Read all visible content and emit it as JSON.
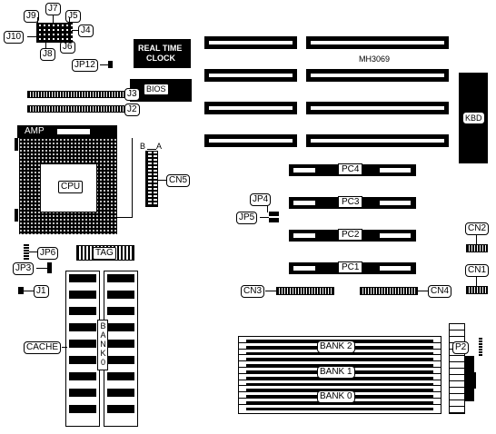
{
  "board_model": "MH3069",
  "rtc": {
    "line1": "REAL TIME",
    "line2": "CLOCK"
  },
  "bios": "BIOS",
  "kbd": "KBD",
  "amp": "AMP",
  "cpu": "CPU",
  "tag": "TAG",
  "cache": "CACHE",
  "bank_vertical": "BANK 0",
  "cn5_pins": {
    "b": "B",
    "a": "A"
  },
  "jumpers": {
    "j9": "J9",
    "j7": "J7",
    "j5": "J5",
    "j10": "J10",
    "j4": "J4",
    "j8": "J8",
    "j6": "J6",
    "j12": "JP12",
    "j3": "J3",
    "j2": "J2",
    "jp6": "JP6",
    "jp3": "JP3",
    "j1": "J1",
    "jp4": "JP4",
    "jp5": "JP5",
    "p2": "P2"
  },
  "connectors": {
    "cn1": "CN1",
    "cn2": "CN2",
    "cn3": "CN3",
    "cn4": "CN4",
    "cn5": "CN5"
  },
  "pci_slots": [
    "PC4",
    "PC3",
    "PC2",
    "PC1"
  ],
  "memory_banks": [
    "BANK 2",
    "BANK 1",
    "BANK 0"
  ]
}
